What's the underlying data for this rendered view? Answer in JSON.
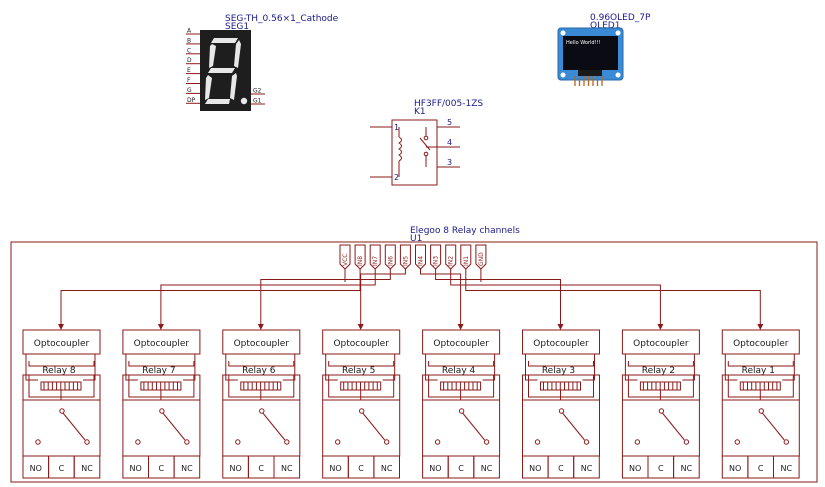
{
  "seg": {
    "part": "SEG-TH_0.56×1_Cathode",
    "ref": "SEG1",
    "pins_left": [
      "A",
      "B",
      "C",
      "D",
      "E",
      "F",
      "G",
      "DP"
    ],
    "pins_right": [
      "G2",
      "G1"
    ]
  },
  "oled": {
    "part": "0.96OLED_7P",
    "ref": "OLED1",
    "screen_text": "Hello World!!!"
  },
  "relay_k1": {
    "part": "HF3FF/005-1ZS",
    "ref": "K1",
    "pins": [
      "1",
      "2",
      "3",
      "4",
      "5"
    ]
  },
  "module": {
    "title": "Elegoo 8 Relay channels",
    "ref": "U1",
    "header_pins": [
      "VCC",
      "IN8",
      "IN7",
      "IN6",
      "IN5",
      "IN4",
      "IN3",
      "IN2",
      "IN1",
      "GND"
    ],
    "channels": [
      {
        "optocoupler": "Optocoupler",
        "relay": "Relay 8",
        "terms": [
          "NO",
          "C",
          "NC"
        ]
      },
      {
        "optocoupler": "Optocoupler",
        "relay": "Relay 7",
        "terms": [
          "NO",
          "C",
          "NC"
        ]
      },
      {
        "optocoupler": "Optocoupler",
        "relay": "Relay 6",
        "terms": [
          "NO",
          "C",
          "NC"
        ]
      },
      {
        "optocoupler": "Optocoupler",
        "relay": "Relay 5",
        "terms": [
          "NO",
          "C",
          "NC"
        ]
      },
      {
        "optocoupler": "Optocoupler",
        "relay": "Relay 4",
        "terms": [
          "NO",
          "C",
          "NC"
        ]
      },
      {
        "optocoupler": "Optocoupler",
        "relay": "Relay 3",
        "terms": [
          "NO",
          "C",
          "NC"
        ]
      },
      {
        "optocoupler": "Optocoupler",
        "relay": "Relay 2",
        "terms": [
          "NO",
          "C",
          "NC"
        ]
      },
      {
        "optocoupler": "Optocoupler",
        "relay": "Relay 1",
        "terms": [
          "NO",
          "C",
          "NC"
        ]
      }
    ]
  }
}
